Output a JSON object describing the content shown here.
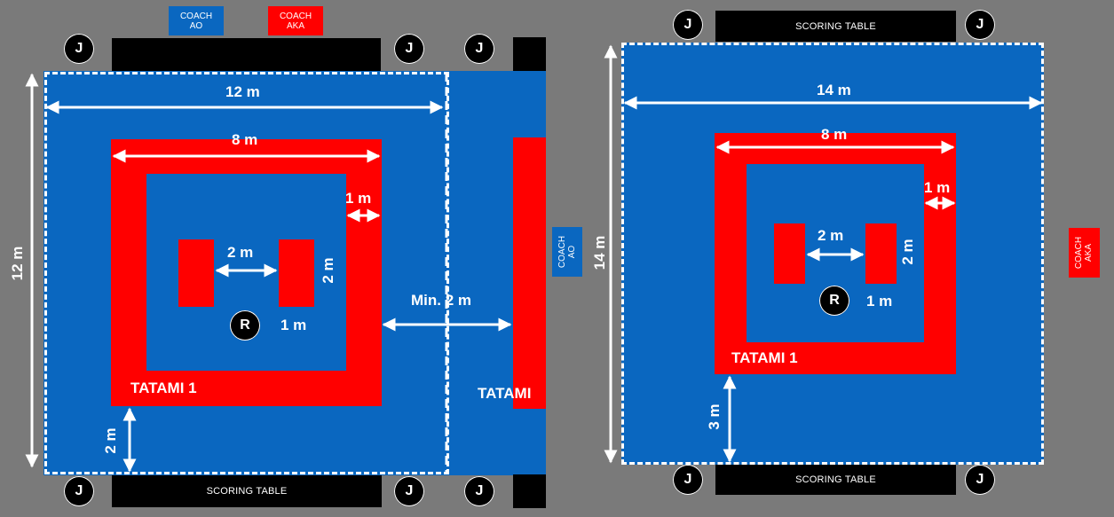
{
  "diagram": {
    "left": {
      "tatami_label": "TATAMI 1",
      "partial_tatami_label": "TATAMI",
      "dimensions": {
        "outer_width": "12 m",
        "outer_height": "12 m",
        "inner_width": "8 m",
        "border_width": "1 m",
        "start_gap": "2 m",
        "start_height": "2 m",
        "ref_distance": "1 m",
        "table_gap": "2 m",
        "between_areas": "Min. 2 m"
      },
      "scoring_table": "SCORING TABLE",
      "coach_ao": [
        "COACH",
        "AO"
      ],
      "coach_aka": [
        "COACH",
        "AKA"
      ],
      "right_coach_ao": [
        "COACH",
        "AO"
      ],
      "judge": "J",
      "referee": "R"
    },
    "right": {
      "tatami_label": "TATAMI 1",
      "dimensions": {
        "outer_width": "14 m",
        "outer_height": "14 m",
        "inner_width": "8 m",
        "border_width": "1 m",
        "start_gap": "2 m",
        "start_height": "2 m",
        "ref_distance": "1 m",
        "table_gap": "3 m"
      },
      "scoring_table_top": "SCORING TABLE",
      "scoring_table_bottom": "SCORING TABLE",
      "coach_aka": [
        "COACH",
        "AKA"
      ],
      "judge": "J",
      "referee": "R"
    },
    "colors": {
      "safety_area": "#0a67c0",
      "competition_border": "#ff0000",
      "background": "#7a7a7a",
      "table": "#000000"
    }
  }
}
